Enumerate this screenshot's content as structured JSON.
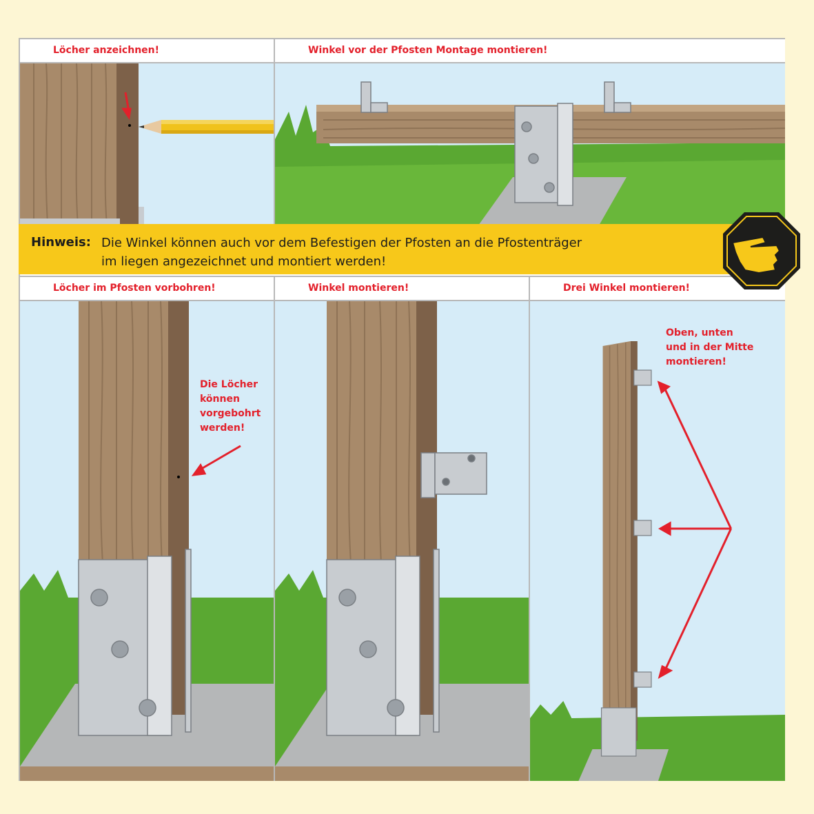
{
  "panels": {
    "p1_title": "Löcher anzeichnen!",
    "p2_title": "Winkel vor der Pfosten Montage montieren!",
    "p3_title": "Löcher im Pfosten vorbohren!",
    "p4_title": "Winkel montieren!",
    "p5_title": "Drei Winkel montieren!"
  },
  "hint": {
    "label": "Hinweis:",
    "line1": "Die Winkel können auch vor dem Befestigen der Pfosten an die Pfostenträger",
    "line2": "im liegen angezeichnet und montiert werden!"
  },
  "annotations": {
    "p3_note": [
      "Die Löcher",
      "können",
      "vorgebohrt",
      "werden!"
    ],
    "p5_note": [
      "Oben, unten",
      "und in der Mitte",
      "montieren!"
    ]
  },
  "icons": {
    "badge": "pointing-hand-icon",
    "pencil": "pencil-icon",
    "arrow": "red-arrow-icon"
  },
  "colors": {
    "background": "#fdf6d4",
    "accent_red": "#e3202b",
    "hint_yellow": "#f7c81a",
    "sky": "#d6ecf8",
    "grass": "#5aa832",
    "wood": "#a88a6a",
    "metal": "#c8ccd0"
  }
}
